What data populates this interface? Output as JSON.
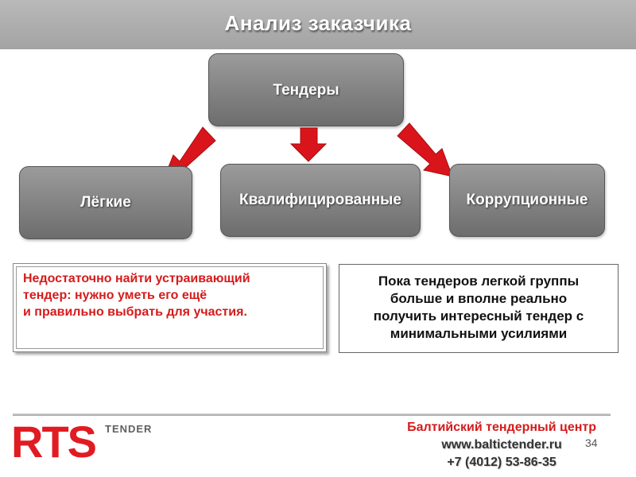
{
  "header": {
    "title": "Анализ заказчика"
  },
  "diagram": {
    "root": {
      "label": "Тендеры"
    },
    "children": [
      {
        "label": "Лёгкие"
      },
      {
        "label": "Квалифицированные"
      },
      {
        "label": "Коррупционные"
      }
    ],
    "arrow_color": "#d9151b"
  },
  "notes": {
    "left": {
      "line1": "Недостаточно найти устраивающий",
      "line2": "тендер: нужно уметь его ещё",
      "line3": "и правильно выбрать для участия."
    },
    "right": {
      "line1": "Пока тендеров легкой группы",
      "line2": "больше и вполне реально",
      "line3": "получить интересный  тендер с",
      "line4": "минимальными усилиями"
    }
  },
  "footer": {
    "logo_main": "RTS",
    "logo_sub": "TENDER",
    "org": "Балтийский тендерный центр",
    "website": "www.baltictender.ru",
    "phone": "+7 (4012) 53-86-35",
    "page_number": "34"
  }
}
